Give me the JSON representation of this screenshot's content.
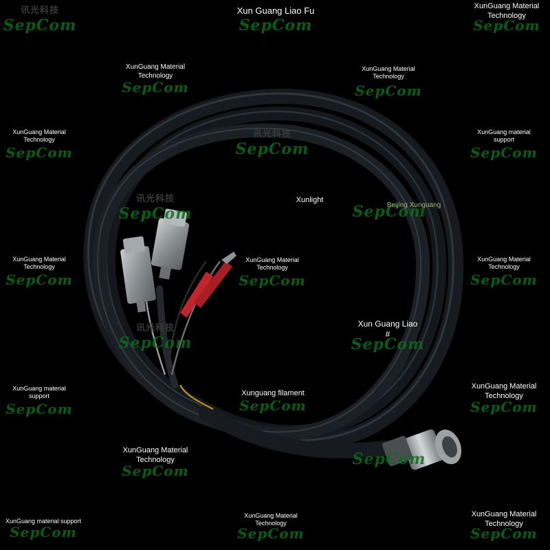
{
  "colors": {
    "background": "#000000",
    "cable": "#1a1f24",
    "connector": "#8a8f92",
    "clip": "#c0262b",
    "watermark_logo": "#0a6e1c",
    "caption": "#ffffff",
    "green_caption": "#9fbf6a"
  },
  "logo_text": "SepCom",
  "chinese_logo": "讯光科技",
  "captions": {
    "top_center": "Xun Guang Liao Fu",
    "top_right": [
      "XunGuang Material",
      "Technology"
    ],
    "r1_left": [
      "XunGuang Material",
      "Technology"
    ],
    "r1_right": [
      "XunGuang Material",
      "Technology"
    ],
    "r2_left": [
      "XunGuang Material",
      "Technology"
    ],
    "r2_right": [
      "XunGuang material",
      "support"
    ],
    "xunlight": "Xunlight",
    "beijing": "Beijing Xunguang",
    "r3_left": [
      "XunGuang Material",
      "Technology"
    ],
    "r3_center": [
      "XunGuang Material",
      "Technology"
    ],
    "r3_right": [
      "XunGuang Material",
      "Technology"
    ],
    "xgl": [
      "Xun Guang Liao",
      "#"
    ],
    "r4_left": [
      "XunGuang material",
      "support"
    ],
    "r4_center": "Xunguang filament",
    "r4_right": [
      "XunGuang Material",
      "Technology"
    ],
    "r5_left": [
      "XunGuang Material",
      "Technology"
    ],
    "bottom_left": "XunGuang material support",
    "bottom_center": [
      "XunGuang Material",
      "Technology"
    ],
    "bottom_right": [
      "XunGuang Material",
      "Technology"
    ]
  }
}
